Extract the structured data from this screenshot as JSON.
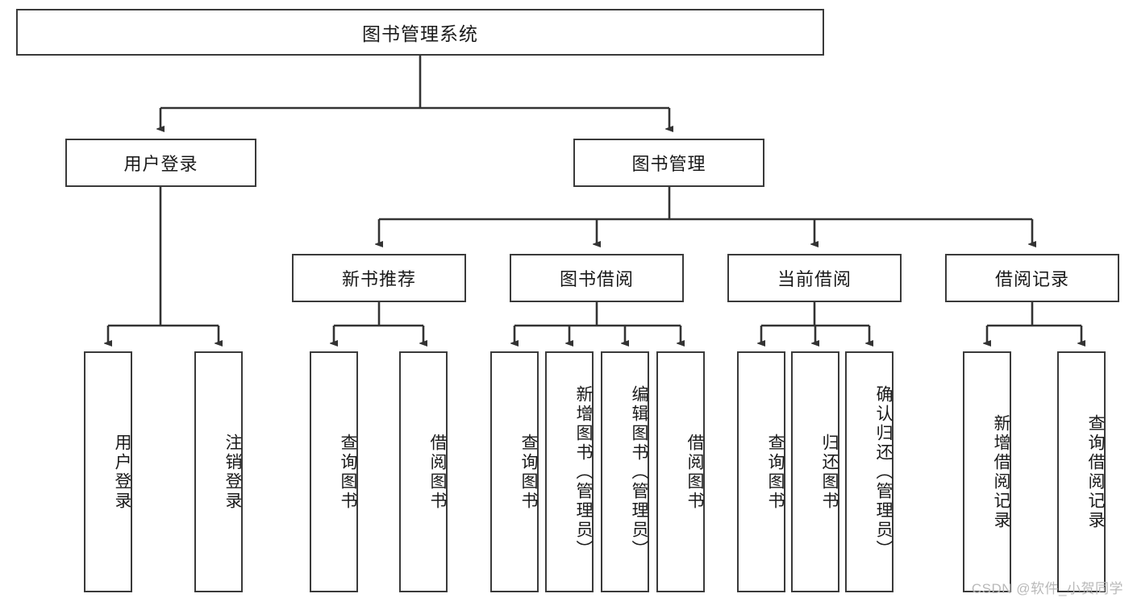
{
  "diagram": {
    "type": "tree-hierarchy-chart",
    "title_node": {
      "id": "root",
      "label": "图书管理系统"
    },
    "level2": [
      {
        "id": "user-login",
        "label": "用户登录"
      },
      {
        "id": "book-management",
        "label": "图书管理"
      }
    ],
    "level3": [
      {
        "id": "new-book-recommend",
        "label": "新书推荐",
        "parent": "book-management"
      },
      {
        "id": "book-borrow",
        "label": "图书借阅",
        "parent": "book-management"
      },
      {
        "id": "current-borrow",
        "label": "当前借阅",
        "parent": "book-management"
      },
      {
        "id": "borrow-record",
        "label": "借阅记录",
        "parent": "book-management"
      }
    ],
    "leaves": {
      "user-login": [
        {
          "id": "leaf-user-login",
          "label": "用户登录"
        },
        {
          "id": "leaf-logout-login",
          "label": "注销登录"
        }
      ],
      "new-book-recommend": [
        {
          "id": "leaf-query-book-1",
          "label": "查询图书"
        },
        {
          "id": "leaf-borrow-book-1",
          "label": "借阅图书"
        }
      ],
      "book-borrow": [
        {
          "id": "leaf-query-book-2",
          "label": "查询图书"
        },
        {
          "id": "leaf-add-book",
          "label": "新增图书（管理员）"
        },
        {
          "id": "leaf-edit-book",
          "label": "编辑图书（管理员）"
        },
        {
          "id": "leaf-borrow-book-2",
          "label": "借阅图书"
        }
      ],
      "current-borrow": [
        {
          "id": "leaf-query-book-3",
          "label": "查询图书"
        },
        {
          "id": "leaf-return-book",
          "label": "归还图书"
        },
        {
          "id": "leaf-confirm-return",
          "label": "确认归还（管理员）"
        }
      ],
      "borrow-record": [
        {
          "id": "leaf-add-record",
          "label": "新增借阅记录"
        },
        {
          "id": "leaf-query-record",
          "label": "查询借阅记录"
        }
      ]
    }
  },
  "watermark": {
    "text": "CSDN @软件_小贺同学"
  },
  "colors": {
    "box_border": "#3a3a3a",
    "connector": "#333333",
    "background": "#ffffff",
    "text": "#1a1a1a",
    "watermark": "#b9b9b9"
  }
}
